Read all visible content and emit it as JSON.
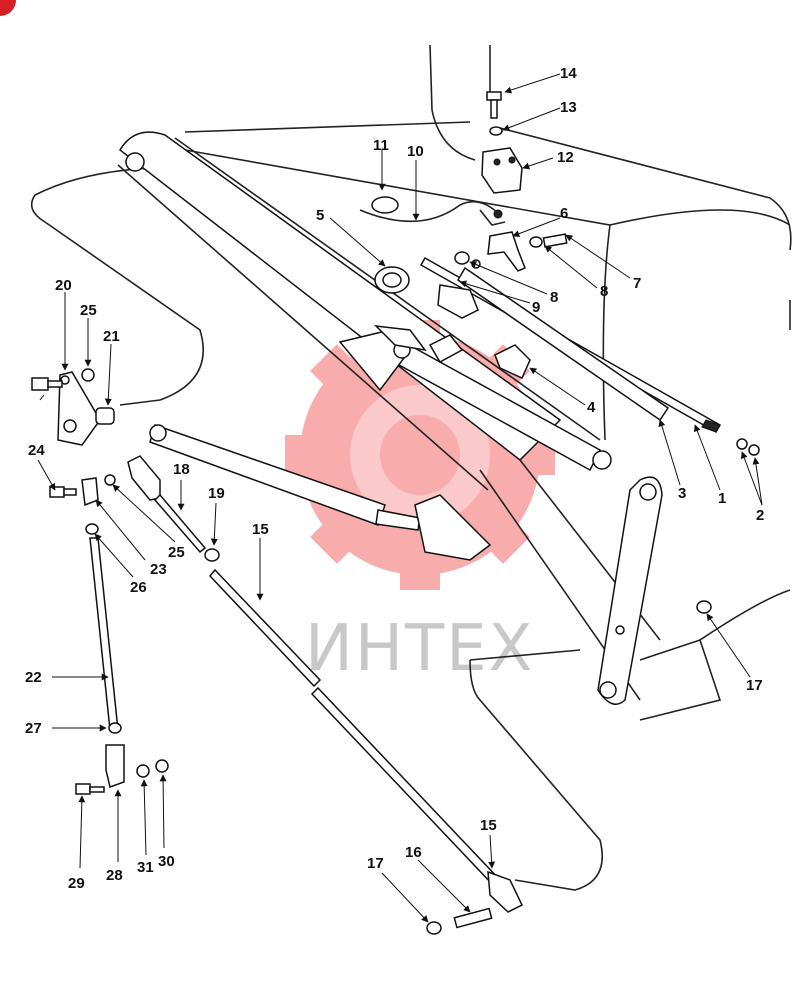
{
  "watermark": {
    "text": "ИНТЕХ",
    "color": "#f56a6a"
  },
  "icons": {
    "corner_badge": "red-corner-badge-icon",
    "watermark_logo": "gear-logo-icon"
  },
  "callouts": {
    "c1": "1",
    "c2": "2",
    "c3": "3",
    "c4": "4",
    "c5": "5",
    "c6": "6",
    "c7": "7",
    "c8a": "8",
    "c8b": "8",
    "c9": "9",
    "c10": "10",
    "c11": "11",
    "c12": "12",
    "c13": "13",
    "c14": "14",
    "c15a": "15",
    "c15b": "15",
    "c16": "16",
    "c17a": "17",
    "c17b": "17",
    "c18": "18",
    "c19": "19",
    "c20": "20",
    "c21": "21",
    "c22": "22",
    "c23": "23",
    "c24": "24",
    "c25a": "25",
    "c25b": "25",
    "c26": "26",
    "c27": "27",
    "c28": "28",
    "c29": "29",
    "c30": "30",
    "c31": "31"
  }
}
